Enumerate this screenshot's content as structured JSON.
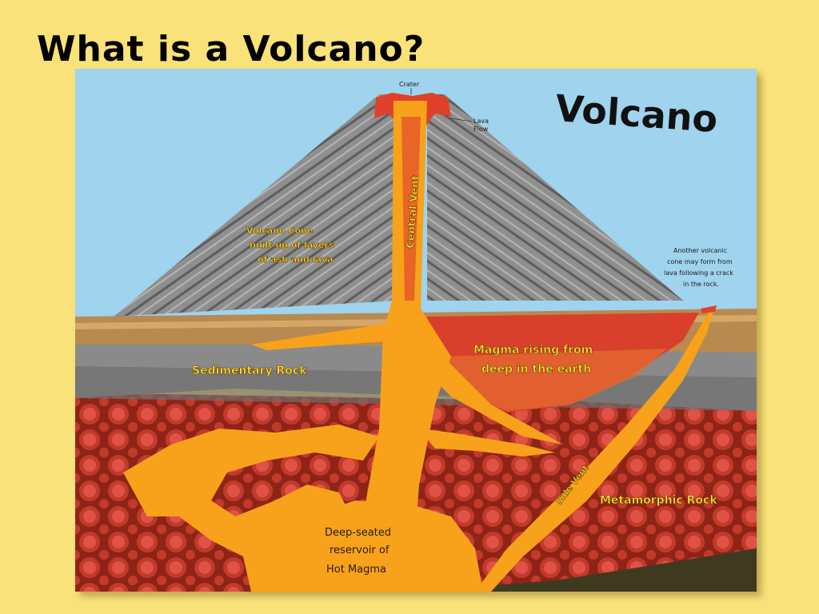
{
  "slide": {
    "title": "What is a Volcano?"
  },
  "diagram": {
    "heading": "Volcano",
    "labels": {
      "crater": "Crater",
      "lava_flow_1": "Lava",
      "lava_flow_2": "Flow",
      "central_vent": "Central Vent",
      "cone_1": "Volcano Cone",
      "cone_2": "built up of layers",
      "cone_3": "of ash and lava",
      "another_cone_1": "Another volcanic",
      "another_cone_2": "cone may form from",
      "another_cone_3": "lava following a crack",
      "another_cone_4": "in the rock.",
      "sedimentary": "Sedimentary Rock",
      "magma_rising_1": "Magma rising from",
      "magma_rising_2": "deep in the earth",
      "side_vent": "Side Vent",
      "metamorphic": "Metamorphic Rock",
      "reservoir_1": "Deep-seated",
      "reservoir_2": "reservoir of",
      "reservoir_3": "Hot Magma"
    },
    "colors": {
      "sky": "#9fd3ee",
      "cone": "#8a8a8a",
      "cone_lines": "#555555",
      "magma": "#f7a21a",
      "lava_red": "#e0412a",
      "ground_brown": "#b88a50",
      "sedimentary": "#8b8b8b",
      "metamorphic": "#9a2a1a",
      "metamorphic_cells": "#d4463a",
      "bedrock": "#3f3a1f"
    }
  }
}
